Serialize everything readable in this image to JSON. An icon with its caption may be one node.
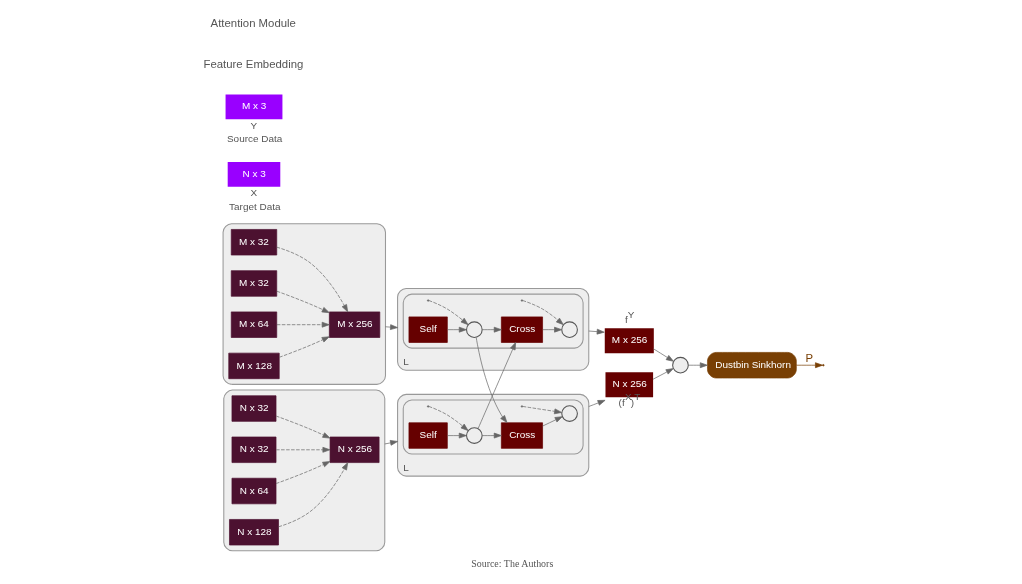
{
  "diagram": {
    "caption": "Source: The Authors",
    "nodes": [
      {
        "text": [
          "M x 3"
        ],
        "beside": [
          "Y",
          "Source Data"
        ]
      },
      {
        "text": [],
        "shape": "box"
      },
      {
        "text": [
          "M x 32"
        ],
        "in": 1
      },
      {
        "text": [
          "M x 32"
        ],
        "in": 1
      },
      {
        "text": [
          "M x 64"
        ],
        "in": 1
      },
      {
        "text": [
          "M x 128"
        ],
        "in": 1
      },
      {
        "text": [
          "M x 256"
        ],
        "in": 1
      },
      {
        "text": [
          "L"
        ]
      },
      {
        "text": [],
        "shape": "box",
        "in": 7
      },
      {
        "text": [
          "Self"
        ],
        "in": 8
      },
      {
        "text": [],
        "shape": "circle",
        "in": 8
      },
      {
        "text": [
          "Cross"
        ],
        "in": 8
      },
      {
        "text": [],
        "shape": "circle",
        "in": 8
      },
      {
        "text": [
          "M x 256"
        ],
        "beside": [
          "f$^{Y}$"
        ]
      },
      {
        "text": [],
        "shape": "circle"
      },
      {
        "text": [
          "Dustbin Sinkhorn"
        ]
      },
      {
        "text": [
          "N x 3"
        ],
        "beside": [
          "X",
          "Target Data"
        ]
      },
      {
        "text": [],
        "shape": "box"
      },
      {
        "text": [
          "N x 32"
        ],
        "in": 17
      },
      {
        "text": [
          "N x 32"
        ],
        "in": 17
      },
      {
        "text": [
          "N x 64"
        ],
        "in": 17
      },
      {
        "text": [
          "N x 128"
        ],
        "in": 17
      },
      {
        "text": [
          "N x 256"
        ],
        "in": 17
      },
      {
        "text": [
          "L"
        ]
      },
      {
        "text": [],
        "shape": "box",
        "in": 23
      },
      {
        "text": [
          "Self"
        ],
        "in": 24
      },
      {
        "text": [],
        "shape": "circle",
        "in": 24
      },
      {
        "text": [
          "Cross"
        ],
        "in": 24
      },
      {
        "text": [],
        "shape": "circle",
        "in": 24
      },
      {
        "text": [
          "N x 256"
        ],
        "beside": [
          "(f$^{X}$)$^{T}$"
        ]
      }
    ],
    "edges": [
      {
        "from": 2,
        "to": 6,
        "arrow": "to",
        "style": "dashed"
      },
      {
        "from": 3,
        "to": 6,
        "arrow": "to",
        "style": "dashed"
      },
      {
        "from": 4,
        "to": 6,
        "arrow": "to",
        "style": "dashed"
      },
      {
        "from": 5,
        "to": 6,
        "arrow": "to",
        "style": "dashed"
      },
      {
        "from": 1,
        "to": 7,
        "arrow": "to"
      },
      {
        "from": 9,
        "to": 10,
        "arrow": "to"
      },
      {
        "from": 8,
        "to": 10,
        "arrow": "to",
        "style": "dashed"
      },
      {
        "from": 10,
        "to": 11,
        "arrow": "to"
      },
      {
        "from": 11,
        "to": 12,
        "arrow": "to"
      },
      {
        "from": 8,
        "to": 12,
        "arrow": "to",
        "style": "dashed"
      },
      {
        "from": 7,
        "to": 13,
        "arrow": "to"
      },
      {
        "from": 10,
        "to": 27,
        "arrow": "to"
      },
      {
        "from": 26,
        "to": 11,
        "arrow": "to"
      },
      {
        "from": 13,
        "to": 14,
        "arrow": "to"
      },
      {
        "from": 29,
        "to": 14,
        "arrow": "to"
      },
      {
        "from": 14,
        "to": 15,
        "arrow": "to"
      },
      {
        "from": 15,
        "to": null,
        "arrow": "to",
        "label": "P",
        "color": "#783f04"
      },
      {
        "from": 18,
        "to": 22,
        "arrow": "to",
        "style": "dashed"
      },
      {
        "from": 19,
        "to": 22,
        "arrow": "to",
        "style": "dashed"
      },
      {
        "from": 20,
        "to": 22,
        "arrow": "to",
        "style": "dashed"
      },
      {
        "from": 21,
        "to": 22,
        "arrow": "to",
        "style": "dashed"
      },
      {
        "from": 17,
        "to": 23,
        "arrow": "to"
      },
      {
        "from": 25,
        "to": 26,
        "arrow": "to"
      },
      {
        "from": 24,
        "to": 26,
        "arrow": "to",
        "style": "dashed"
      },
      {
        "from": 26,
        "to": 27,
        "arrow": "to"
      },
      {
        "from": 27,
        "to": 28,
        "arrow": "to"
      },
      {
        "from": 24,
        "to": 28,
        "arrow": "to",
        "style": "dashed"
      },
      {
        "from": 23,
        "to": 29,
        "arrow": "to"
      }
    ],
    "labels": [
      "Feature Embedding",
      "Attention Module"
    ]
  }
}
